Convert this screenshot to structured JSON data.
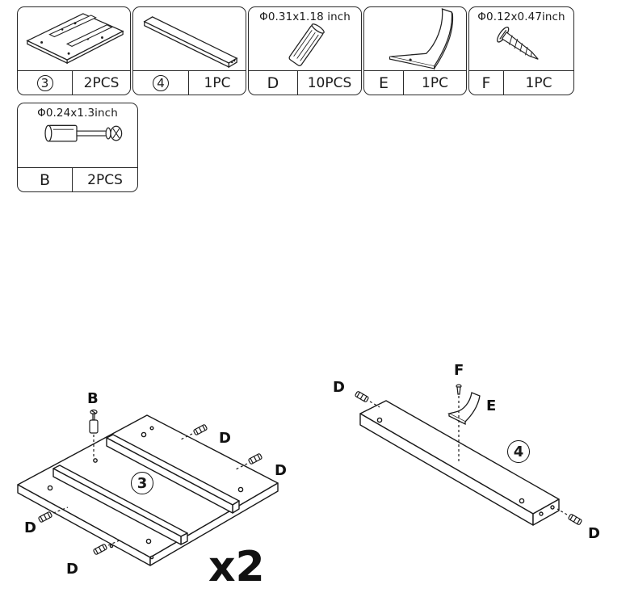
{
  "parts": [
    {
      "key": "p3",
      "id": "3",
      "qty": "2PCS",
      "spec": ""
    },
    {
      "key": "p4",
      "id": "4",
      "qty": "1PC",
      "spec": ""
    },
    {
      "key": "pD",
      "id": "D",
      "qty": "10PCS",
      "spec": "Φ0.31x1.18 inch"
    },
    {
      "key": "pE",
      "id": "E",
      "qty": "1PC",
      "spec": ""
    },
    {
      "key": "pF",
      "id": "F",
      "qty": "1PC",
      "spec": "Φ0.12x0.47inch"
    },
    {
      "key": "pB",
      "id": "B",
      "qty": "2PCS",
      "spec": "Φ0.24x1.3inch"
    }
  ],
  "diagram": {
    "left": {
      "label_b": "B",
      "label_d1": "D",
      "label_d2": "D",
      "label_d3": "D",
      "label_d4": "D",
      "panel_number": "3",
      "multiplier": "x2"
    },
    "right": {
      "label_f": "F",
      "label_e": "E",
      "label_d1": "D",
      "label_d2": "D",
      "board_number": "4"
    }
  }
}
